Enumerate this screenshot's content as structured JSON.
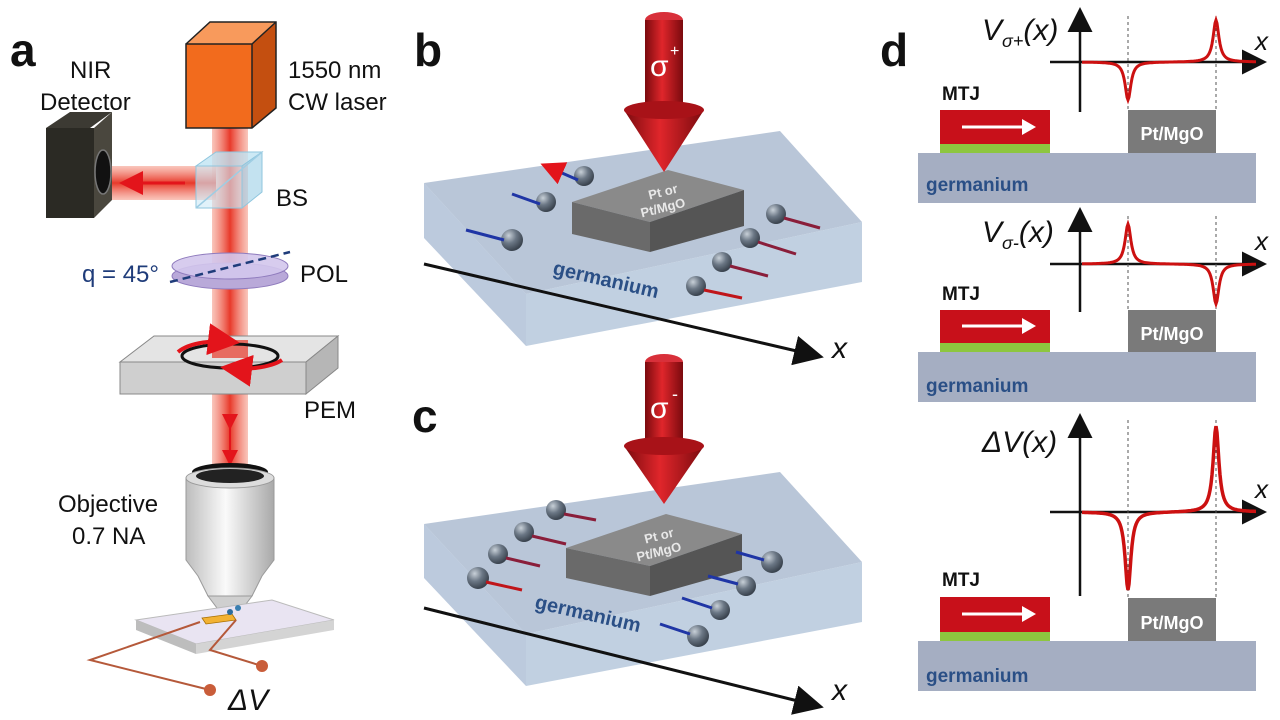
{
  "panel_a": {
    "letter": "a",
    "laser_line1": "1550 nm",
    "laser_line2": "CW laser",
    "detector_line1": "NIR",
    "detector_line2": "Detector",
    "bs": "BS",
    "theta": "q = 45°",
    "pol": "POL",
    "pem": "PEM",
    "objective_line1": "Objective",
    "objective_line2": "0.7 NA",
    "delta_v": "ΔV"
  },
  "panel_b": {
    "letter": "b",
    "helicity": "σ",
    "helicity_sign": "+",
    "pad_line1": "Pt or",
    "pad_line2": "Pt/MgO",
    "substrate": "germanium",
    "axis": "x"
  },
  "panel_c": {
    "letter": "c",
    "helicity": "σ",
    "helicity_sign": "-",
    "pad_line1": "Pt or",
    "pad_line2": "Pt/MgO",
    "substrate": "germanium",
    "axis": "x"
  },
  "panel_d": {
    "letter": "d",
    "plots": [
      {
        "v": "V",
        "sub": "σ+",
        "arg": "(x)",
        "axis": "x",
        "mtj": "MTJ",
        "ptmgo": "Pt/MgO",
        "substrate": "germanium"
      },
      {
        "v": "V",
        "sub": "σ-",
        "arg": "(x)",
        "axis": "x",
        "mtj": "MTJ",
        "ptmgo": "Pt/MgO",
        "substrate": "germanium"
      },
      {
        "v": "ΔV",
        "sub": "",
        "arg": "(x)",
        "axis": "x",
        "mtj": "MTJ",
        "ptmgo": "Pt/MgO",
        "substrate": "germanium"
      }
    ]
  },
  "colors": {
    "laser_orange": "#f26b1d",
    "beam_red": "#e8392a",
    "cone_red": "#c0151a",
    "germanium_blue": "#7f97b8",
    "mtj_red": "#c8101a",
    "mtj_green": "#8dc63f",
    "pad_gray": "#6f6f6f",
    "substrate_gray": "#a5aec2",
    "curve_red": "#cc1111"
  }
}
